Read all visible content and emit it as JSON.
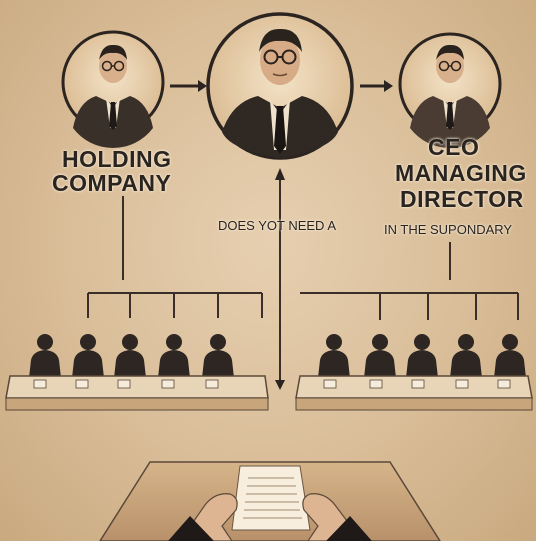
{
  "labels": {
    "holding_line1": "HOLDING",
    "holding_line2": "COMPANY",
    "ceo_line1": "CEO",
    "ceo_line2": "MANAGING",
    "ceo_line3": "DIRECTOR",
    "center_text": "DOES YOT NEED A",
    "subsidiary_text": "IN THE SUPONDARY"
  },
  "colors": {
    "background": "#d9bd98",
    "line": "#3a2f28",
    "portrait_ring": "#2b2420",
    "table": "#e8d4b6"
  },
  "people": {
    "top_portraits": 3,
    "left_board_members": 5,
    "right_board_members": 5
  }
}
